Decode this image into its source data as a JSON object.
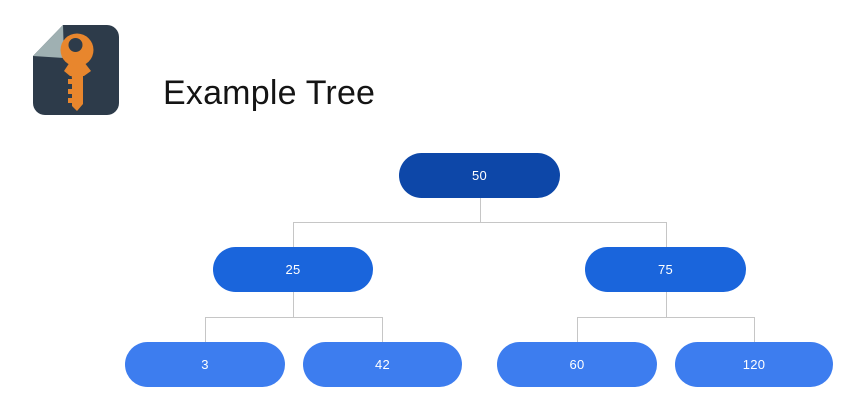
{
  "header": {
    "title": "Example Tree",
    "icon": "key-file-icon"
  },
  "tree": {
    "type": "binary-tree-diagram",
    "value": "50",
    "children": [
      {
        "value": "25",
        "children": [
          {
            "value": "3"
          },
          {
            "value": "42"
          }
        ]
      },
      {
        "value": "75",
        "children": [
          {
            "value": "60"
          },
          {
            "value": "120"
          }
        ]
      }
    ]
  },
  "colors": {
    "node_depth0": "#0d47a8",
    "node_depth1": "#1a65dc",
    "node_depth2": "#3d7def",
    "node_text": "#ffffff",
    "connector": "#c6c6c6",
    "icon_background": "#2d3b4a",
    "icon_fold": "#9fb0b2",
    "icon_key": "#e8862d",
    "title_text": "#141414",
    "page_background": "#ffffff"
  }
}
